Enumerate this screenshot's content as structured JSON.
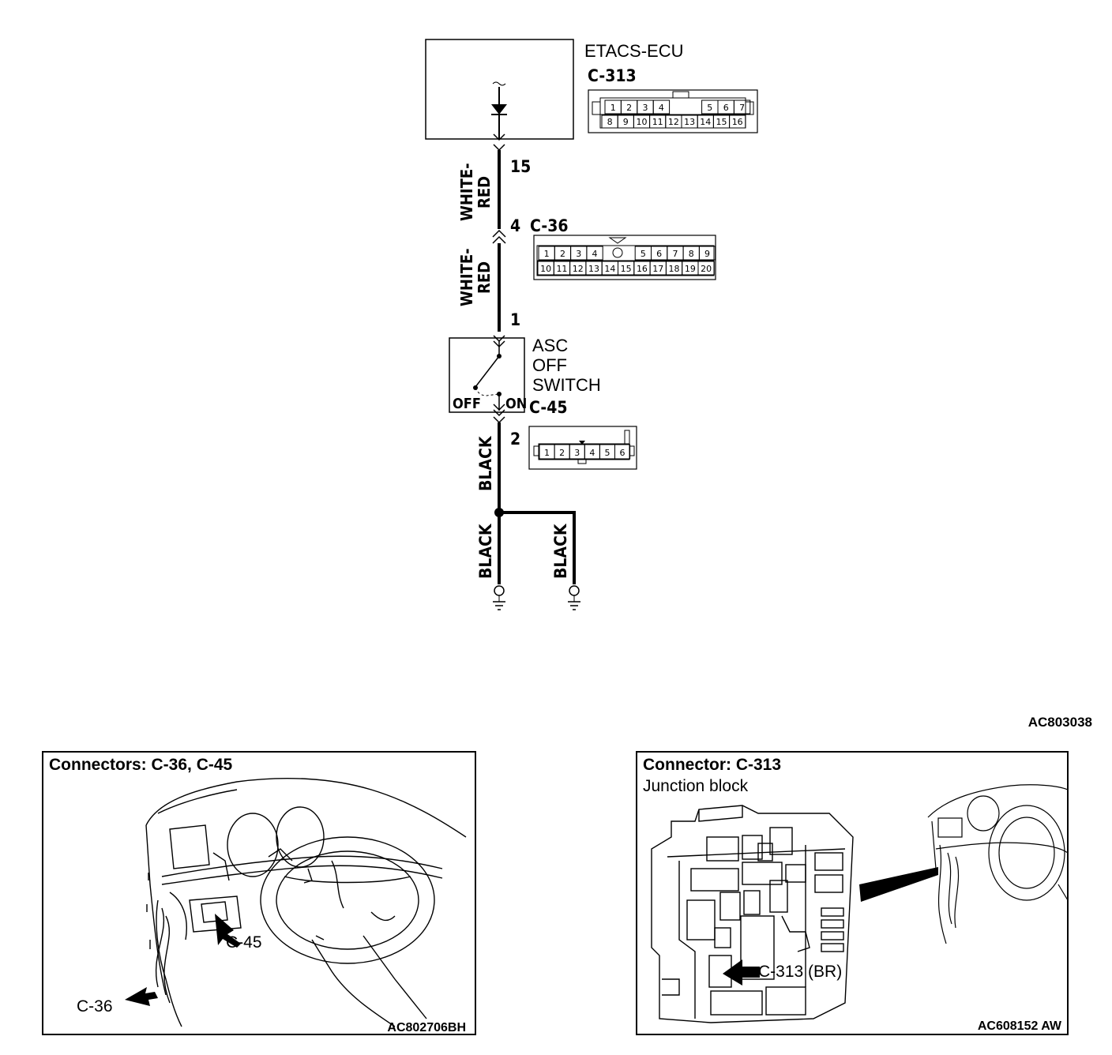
{
  "diagram": {
    "ecu": {
      "name": "ETACS-ECU",
      "connector": "C-313",
      "pin": "15"
    },
    "ecu_connector_pins": {
      "top": [
        "1",
        "2",
        "3",
        "4",
        "5",
        "6",
        "7"
      ],
      "bottom": [
        "8",
        "9",
        "10",
        "11",
        "12",
        "13",
        "14",
        "15",
        "16"
      ]
    },
    "wire_upper": "WHITE-\nRED",
    "junction": {
      "connector": "C-36",
      "pin_in": "4",
      "pin_out": "1"
    },
    "junction_pins": {
      "top": [
        "1",
        "2",
        "3",
        "4",
        "5",
        "6",
        "7",
        "8",
        "9"
      ],
      "bottom": [
        "10",
        "11",
        "12",
        "13",
        "14",
        "15",
        "16",
        "17",
        "18",
        "19",
        "20"
      ]
    },
    "wire_lower": "WHITE-\nRED",
    "switch": {
      "line1": "ASC",
      "line2": "OFF",
      "line3": "SWITCH",
      "off": "OFF",
      "on": "ON",
      "connector": "C-45",
      "pin_out": "2"
    },
    "switch_pins": [
      "1",
      "2",
      "3",
      "4",
      "5",
      "6"
    ],
    "wire_black_1": "BLACK",
    "wire_black_2": "BLACK",
    "wire_black_3": "BLACK",
    "figure_id": "AC803038"
  },
  "panel_left": {
    "title": "Connectors: C-36, C-45",
    "callout_c45": "C-45",
    "callout_c36": "C-36",
    "figure_id": "AC802706BH"
  },
  "panel_right": {
    "title": "Connector: C-313",
    "subtitle": "Junction block",
    "callout": "C-313 (BR)",
    "figure_id": "AC608152 AW"
  }
}
